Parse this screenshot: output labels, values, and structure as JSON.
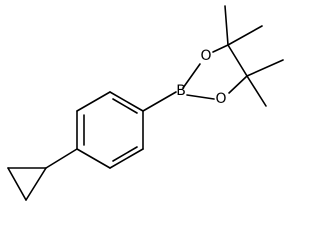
{
  "molecule": {
    "atoms": {
      "boron": "B",
      "oxygen_top": "O",
      "oxygen_bottom": "O"
    },
    "colors": {
      "bond": "#000000",
      "label": "#000000",
      "background": "#ffffff"
    }
  }
}
